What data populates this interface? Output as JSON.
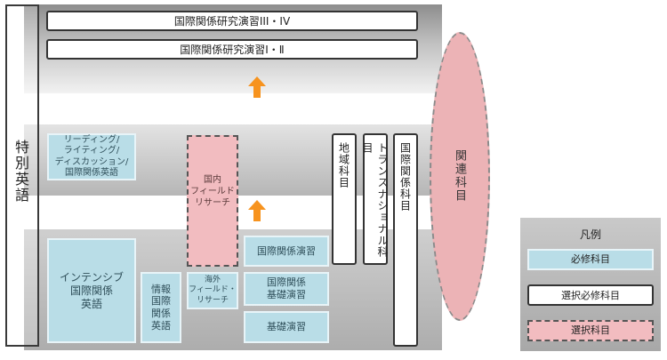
{
  "special_english": "特別英語",
  "seminars": {
    "advanced": "国際関係研究演習III・IV",
    "basic": "国際関係研究演習Ⅰ・Ⅱ"
  },
  "reading_writing": "リーディング/\nライティング/\nディスカッション/\n国際関係英語",
  "domestic_fieldwork": "国内\nフィールド\nリサーチ",
  "vertical_subjects": {
    "regional": "地域科目",
    "transnational": "トランスナショナル科目",
    "international_relations": "国際関係科目"
  },
  "related_subjects": "関連科目",
  "intensive": "インテンシブ\n国際関係\n英語",
  "info": "情報\n国際\n関係\n英語",
  "overseas_fieldwork": "海外\nフィールド・\nリサーチ",
  "ir_seminar": "国際関係演習",
  "ir_basic_seminar": "国際関係\n基礎演習",
  "basic_seminar": "基礎演習",
  "legend": {
    "title": "凡例",
    "required": "必修科目",
    "elective_required": "選択必修科目",
    "elective": "選択科目"
  },
  "colors": {
    "required": "#b9dde7",
    "elective": "#f2bcc0",
    "arrow": "#f7931e"
  }
}
